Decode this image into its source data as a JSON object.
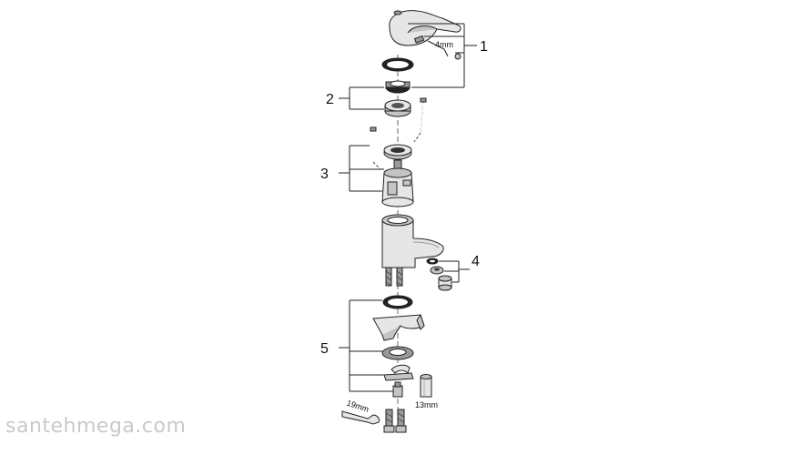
{
  "watermark": "santehmega.com",
  "callouts": {
    "c1": "1",
    "c2": "2",
    "c3": "3",
    "c4": "4",
    "c5": "5"
  },
  "dimensions": {
    "hex_key": "4mm",
    "nut_wrench": "13mm",
    "spanner": "19mm"
  }
}
